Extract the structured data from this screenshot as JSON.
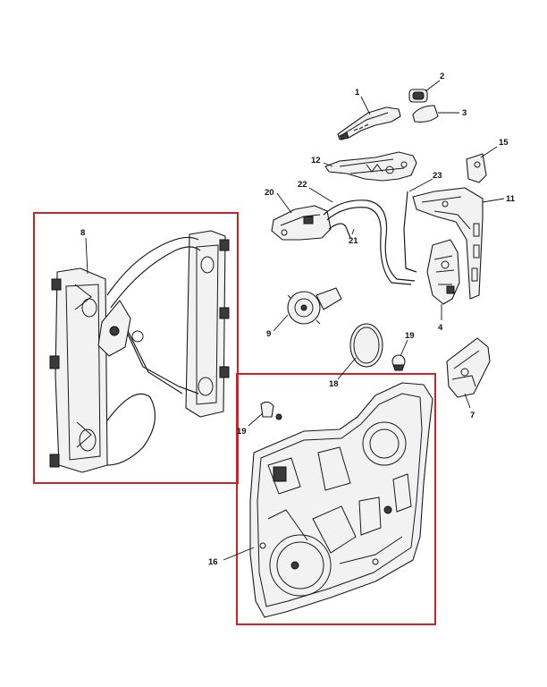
{
  "colors": {
    "highlight_box": "#d32027",
    "line": "#1a1a1a",
    "part_fill": "#f2f2f2"
  },
  "callouts": {
    "c1": "1",
    "c2": "2",
    "c3": "3",
    "c4": "4",
    "c7": "7",
    "c8": "8",
    "c9": "9",
    "c11": "11",
    "c12": "12",
    "c15": "15",
    "c16": "16",
    "c18": "18",
    "c19a": "19",
    "c19b": "19",
    "c20": "20",
    "c21": "21",
    "c22": "22",
    "c23": "23"
  },
  "highlighted_parts": [
    "8",
    "16"
  ]
}
